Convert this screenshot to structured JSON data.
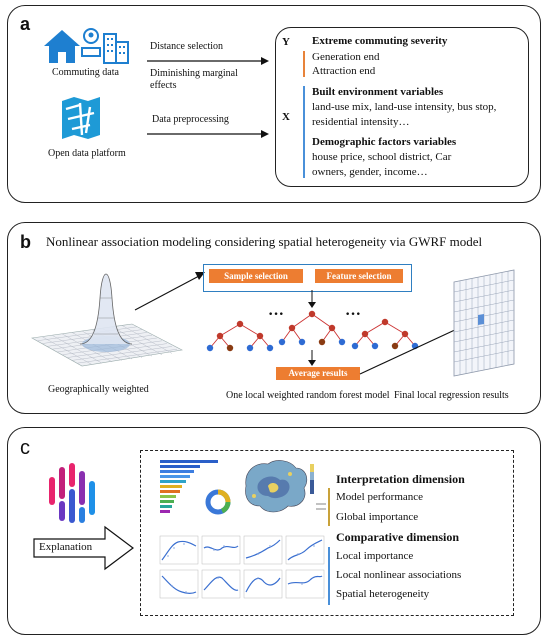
{
  "panel_a": {
    "letter": "a",
    "commuting_label": "Commuting data",
    "opendata_label": "Open data platform",
    "arrow1_line1": "Distance selection",
    "arrow1_line2": "Diminishing marginal",
    "arrow1_line3": "effects",
    "arrow2": "Data preprocessing",
    "y_letter": "Y",
    "x_letter": "X",
    "y_title": "Extreme commuting severity",
    "y_items": [
      "Generation end",
      "Attraction end"
    ],
    "built_title": "Built environment variables",
    "built_line1": "land-use mix, land-use intensity, bus stop,",
    "built_line2": "residential intensity…",
    "demo_title": "Demographic factors variables",
    "demo_line1": "house price, school district, Car",
    "demo_line2": "owners, gender, income…",
    "accent_orange": "#e8833a",
    "accent_blue": "#4a90d9"
  },
  "panel_b": {
    "letter": "b",
    "title": "Nonlinear association modeling considering spatial heterogeneity via GWRF model",
    "sample_selection": "Sample selection",
    "feature_selection": "Feature selection",
    "average_results": "Average results",
    "dots": "···",
    "geo_label": "Geographically  weighted",
    "rf_label": "One local weighted  random forest model",
    "final_label": "Final local regression results"
  },
  "panel_c": {
    "letter": "c",
    "explanation": "Explanation",
    "interp_title": "Interpretation dimension",
    "interp_items": [
      "Model performance",
      "Global importance"
    ],
    "comp_title": "Comparative dimension",
    "comp_items": [
      "Local importance",
      "Local nonlinear associations",
      "Spatial heterogeneity"
    ]
  }
}
